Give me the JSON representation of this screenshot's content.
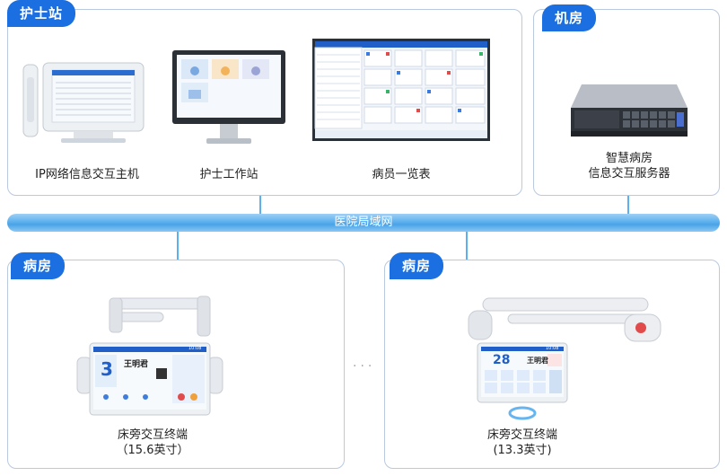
{
  "nurse_station": {
    "title": "护士站",
    "devices": [
      {
        "label": "IP网络信息交互主机"
      },
      {
        "label": "护士工作站"
      },
      {
        "label": "病员一览表"
      }
    ]
  },
  "machine_room": {
    "title": "机房",
    "server_line1": "智慧病房",
    "server_line2": "信息交互服务器"
  },
  "network": {
    "label": "医院局域网"
  },
  "ward_left": {
    "title": "病房",
    "terminal_line1": "床旁交互终端",
    "terminal_line2": "（15.6英寸）",
    "screen": {
      "bed_number": "3",
      "patient_name": "王明君",
      "time": "10:08"
    }
  },
  "ward_right": {
    "title": "病房",
    "terminal_line1": "床旁交互终端",
    "terminal_line2": "(13.3英寸)",
    "screen": {
      "bed_number": "28",
      "patient_name": "王明君",
      "time": "10:08"
    }
  },
  "separator": "···",
  "colors": {
    "accent": "#1b6fe0",
    "lan": "#4aa3e8",
    "panel_border": "#b9c9de"
  }
}
